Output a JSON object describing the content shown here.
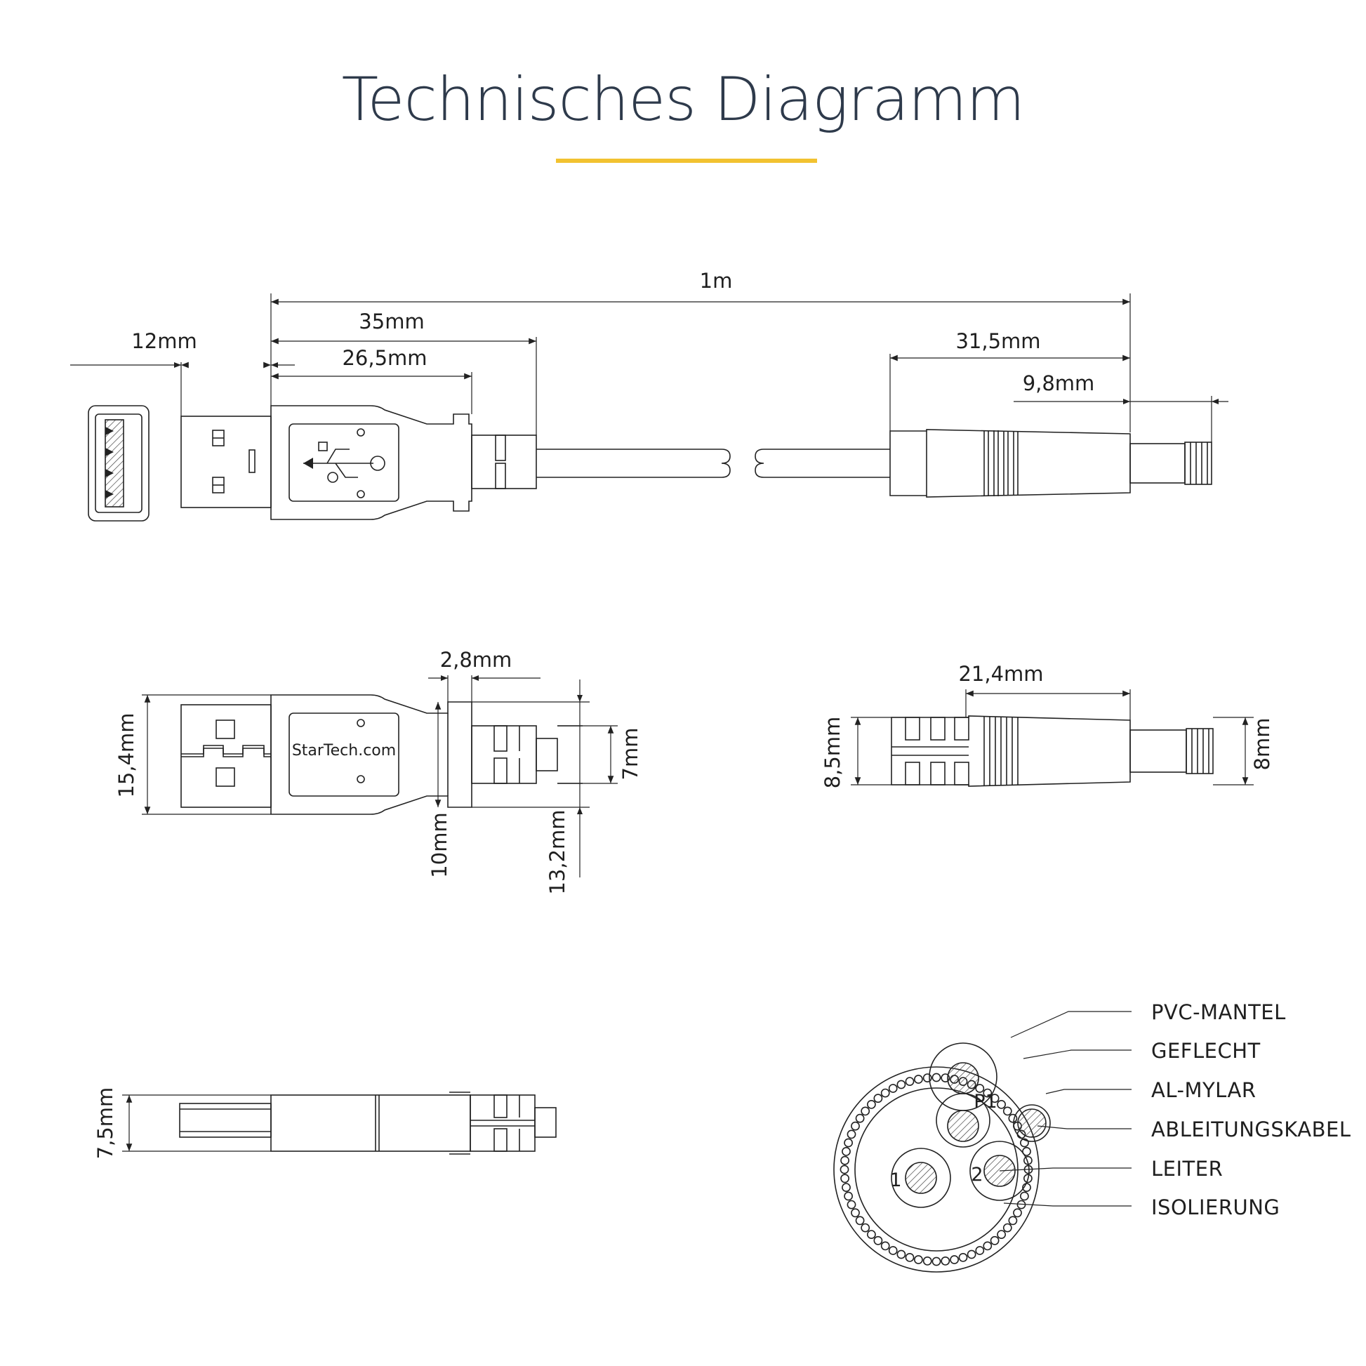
{
  "title": "Technisches Diagramm",
  "colors": {
    "accent": "#f2c230",
    "line": "#222222",
    "title": "#2e3a4b"
  },
  "brand_text": "StarTech.com",
  "dimensions": {
    "total_length": "1m",
    "usb_body": "35mm",
    "usb_plug_body": "26,5mm",
    "usb_plug": "12mm",
    "dc_body": "31,5mm",
    "dc_tip": "9,8mm",
    "collar_width": "2,8mm",
    "usb_height": "15,4mm",
    "cable_height": "7mm",
    "collar_height": "10mm",
    "strain_relief_height": "13,2mm",
    "dc_sleeve_length": "21,4mm",
    "dc_height": "8,5mm",
    "dc_tip_height": "8mm",
    "usb_thickness": "7,5mm"
  },
  "cross_section": {
    "labels": [
      "PVC-MANTEL",
      "GEFLECHT",
      "AL-MYLAR",
      "ABLEITUNGSKABEL",
      "LEITER",
      "ISOLIERUNG"
    ],
    "pair_label": "P1",
    "conductor_1": "1",
    "conductor_2": "2"
  }
}
